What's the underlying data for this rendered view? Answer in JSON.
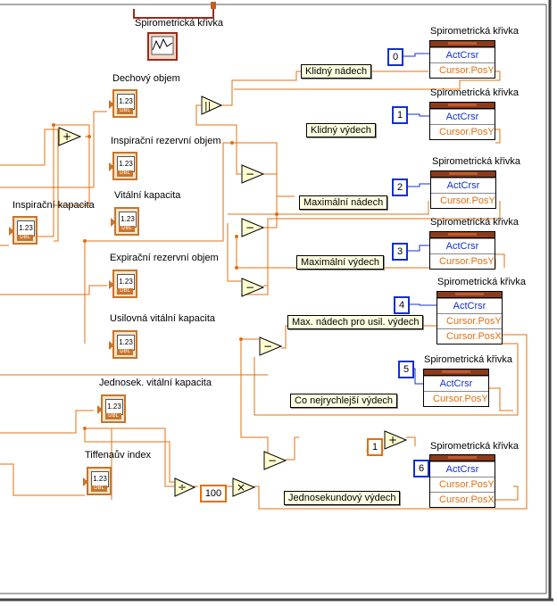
{
  "graph": {
    "label": "Spirometrická křivka"
  },
  "indicators": [
    {
      "id": "dechovy",
      "label": "Dechový objem",
      "display": "1.23",
      "type": "DBL"
    },
    {
      "id": "irv",
      "label": "Inspirační rezervní objem",
      "display": "1.23",
      "type": "DBL"
    },
    {
      "id": "ik",
      "label": "Inspirační kapacita",
      "display": "1.23",
      "type": "DBL"
    },
    {
      "id": "vk",
      "label": "Vitální kapacita",
      "display": "1.23",
      "type": "DBL"
    },
    {
      "id": "erv",
      "label": "Expirační rezervní objem",
      "display": "1.23",
      "type": "DBL"
    },
    {
      "id": "uvk",
      "label": "Usilovná vitální kapacita",
      "display": "1.23",
      "type": "DBL"
    },
    {
      "id": "jvk",
      "label": "Jednosek. vitální kapacita",
      "display": "1.23",
      "type": "DBL"
    },
    {
      "id": "ti",
      "label": "Tiffenaův index",
      "display": "1.23",
      "type": "DBL"
    }
  ],
  "property_nodes": [
    {
      "title": "Spirometrická křivka",
      "rows": [
        "ActCrsr",
        "Cursor.PosY"
      ]
    },
    {
      "title": "Spirometrická křivka",
      "rows": [
        "ActCrsr",
        "Cursor.PosY"
      ]
    },
    {
      "title": "Spirometrická křivka",
      "rows": [
        "ActCrsr",
        "Cursor.PosY"
      ]
    },
    {
      "title": "Spirometrická křivka",
      "rows": [
        "ActCrsr",
        "Cursor.PosY"
      ]
    },
    {
      "title": "Spirometrická křivka",
      "rows": [
        "ActCrsr",
        "Cursor.PosY",
        "Cursor.PosX"
      ]
    },
    {
      "title": "Spirometrická křivka",
      "rows": [
        "ActCrsr",
        "Cursor.PosY"
      ]
    },
    {
      "title": "Spirometrická křivka",
      "rows": [
        "ActCrsr",
        "Cursor.PosY",
        "Cursor.PosX"
      ]
    }
  ],
  "constants": [
    "0",
    "1",
    "2",
    "3",
    "4",
    "5",
    "6",
    "1",
    "100"
  ],
  "comments": [
    "Klidný nádech",
    "Klidný výdech",
    "Maximální nádech",
    "Maximální výdech",
    "Max. nádech pro usil. výdech",
    "Co nejrychlejší výdech",
    "Jednosekundový výdech"
  ],
  "operators": {
    "add": "+",
    "subtract": "−",
    "divide": "÷",
    "multiply": "×",
    "abs": "||"
  },
  "colors": {
    "wire_dbl": "#e07010",
    "wire_int": "#1030d0",
    "border_right": "#555555"
  }
}
